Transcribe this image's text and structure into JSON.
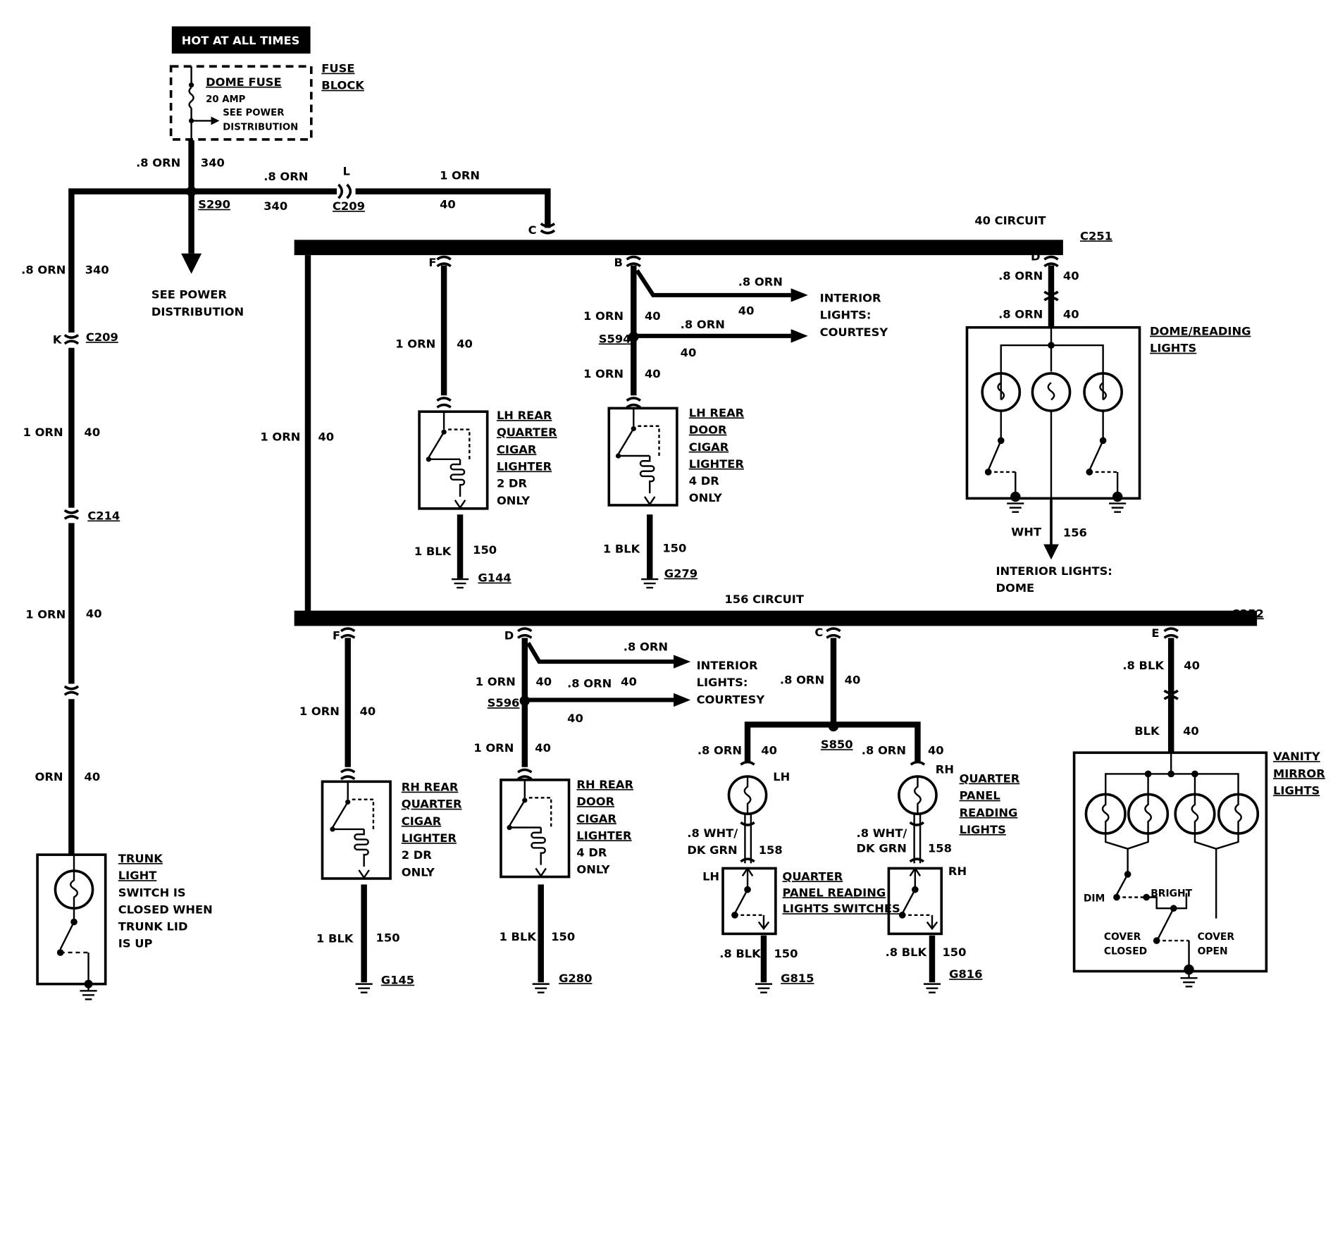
{
  "header": {
    "hot_label": "HOT AT ALL TIMES"
  },
  "fuse_block": {
    "label_1": "FUSE",
    "label_2": "BLOCK",
    "fuse_name": "DOME FUSE",
    "rating": "20 AMP",
    "see_1": "SEE POWER",
    "see_2": "DISTRIBUTION"
  },
  "top_feed": {
    "left_wire": ".8 ORN",
    "left_circuit": "340",
    "splice": "S290",
    "mid_wire": ".8 ORN",
    "mid_circuit": "340",
    "conn_l": "L",
    "conn_c209": "C209",
    "right_wire": "1 ORN",
    "right_circuit": "40",
    "conn_c": "C",
    "see_power_1": "SEE POWER",
    "see_power_2": "DISTRIBUTION"
  },
  "trunk_branch": {
    "w1": ".8 ORN",
    "c1": "340",
    "k": "K",
    "c209": "C209",
    "w2": "1 ORN",
    "c2": "40",
    "c214": "C214",
    "w3": "1 ORN",
    "c3": "40",
    "w4": "ORN",
    "c4": "40",
    "lamp_1": "TRUNK",
    "lamp_2": "LIGHT",
    "lamp_3": "SWITCH IS",
    "lamp_4": "CLOSED WHEN",
    "lamp_5": "TRUNK LID",
    "lamp_6": "IS UP"
  },
  "bus_40": {
    "title": "40 CIRCUIT",
    "connector": "C251",
    "drop_w": "1 ORN",
    "drop_c": "40"
  },
  "bus_156": {
    "title": "156 CIRCUIT",
    "connector": "C252"
  },
  "lh_rear_quarter": {
    "pin": "F",
    "w": "1 ORN",
    "c": "40",
    "name_1": "LH REAR",
    "name_2": "QUARTER",
    "name_3": "CIGAR",
    "name_4": "LIGHTER",
    "name_5": "2 DR",
    "name_6": "ONLY",
    "gw": "1 BLK",
    "gc": "150",
    "ground": "G144"
  },
  "lh_rear_door": {
    "pin": "B",
    "w1": "1 ORN",
    "c1": "40",
    "splice": "S594",
    "w2": "1 ORN",
    "c2": "40",
    "br1_w": ".8 ORN",
    "br1_c": "40",
    "br2_w": ".8 ORN",
    "br2_c": "40",
    "dest_1": "INTERIOR",
    "dest_2": "LIGHTS:",
    "dest_3": "COURTESY",
    "name_1": "LH REAR",
    "name_2": "DOOR",
    "name_3": "CIGAR",
    "name_4": "LIGHTER",
    "name_5": "4 DR",
    "name_6": "ONLY",
    "gw": "1 BLK",
    "gc": "150",
    "ground": "G279"
  },
  "dome": {
    "pin": "D",
    "w1": ".8 ORN",
    "c1": "40",
    "w2": ".8 ORN",
    "c2": "40",
    "name_1": "DOME/READING",
    "name_2": "LIGHTS",
    "out_w": "WHT",
    "out_c": "156",
    "dest_1": "INTERIOR LIGHTS:",
    "dest_2": "DOME"
  },
  "rh_rear_quarter": {
    "pin": "F",
    "w": "1 ORN",
    "c": "40",
    "name_1": "RH REAR",
    "name_2": "QUARTER",
    "name_3": "CIGAR",
    "name_4": "LIGHTER",
    "name_5": "2 DR",
    "name_6": "ONLY",
    "gw": "1 BLK",
    "gc": "150",
    "ground": "G145"
  },
  "rh_rear_door": {
    "pin": "D",
    "w1": "1 ORN",
    "c1": "40",
    "splice": "S596",
    "w2": "1 ORN",
    "c2": "40",
    "br1_w": ".8 ORN",
    "br2_w": ".8 ORN",
    "br2_c": "40",
    "br3_c": "40",
    "dest_1": "INTERIOR",
    "dest_2": "LIGHTS:",
    "dest_3": "COURTESY",
    "name_1": "RH REAR",
    "name_2": "DOOR",
    "name_3": "CIGAR",
    "name_4": "LIGHTER",
    "name_5": "4 DR",
    "name_6": "ONLY",
    "gw": "1 BLK",
    "gc": "150",
    "ground": "G280"
  },
  "quarter_panel": {
    "pin": "C",
    "w": ".8 ORN",
    "c": "40",
    "splice": "S850",
    "lw": ".8 ORN",
    "lc": "40",
    "rw": ".8 ORN",
    "rc": "40",
    "lh": "LH",
    "rh": "RH",
    "name_1": "QUARTER",
    "name_2": "PANEL",
    "name_3": "READING",
    "name_4": "LIGHTS",
    "mid_w1": ".8 WHT/",
    "mid_w2": "DK GRN",
    "mid_c": "158",
    "mid_w1r": ".8 WHT/",
    "mid_w2r": "DK GRN",
    "mid_cr": "158",
    "sw_1": "QUARTER",
    "sw_2": "PANEL READING",
    "sw_3": "LIGHTS SWITCHES",
    "lgw": ".8 BLK",
    "lgc": "150",
    "lground": "G815",
    "rgw": ".8 BLK",
    "rgc": "150",
    "rground": "G816"
  },
  "vanity": {
    "pin": "E",
    "w1": ".8 BLK",
    "c1": "40",
    "w2": "BLK",
    "c2": "40",
    "name_1": "VANITY",
    "name_2": "MIRROR",
    "name_3": "LIGHTS",
    "dim": "DIM",
    "bright": "BRIGHT",
    "cover_closed_1": "COVER",
    "cover_closed_2": "CLOSED",
    "cover_open_1": "COVER",
    "cover_open_2": "OPEN"
  }
}
